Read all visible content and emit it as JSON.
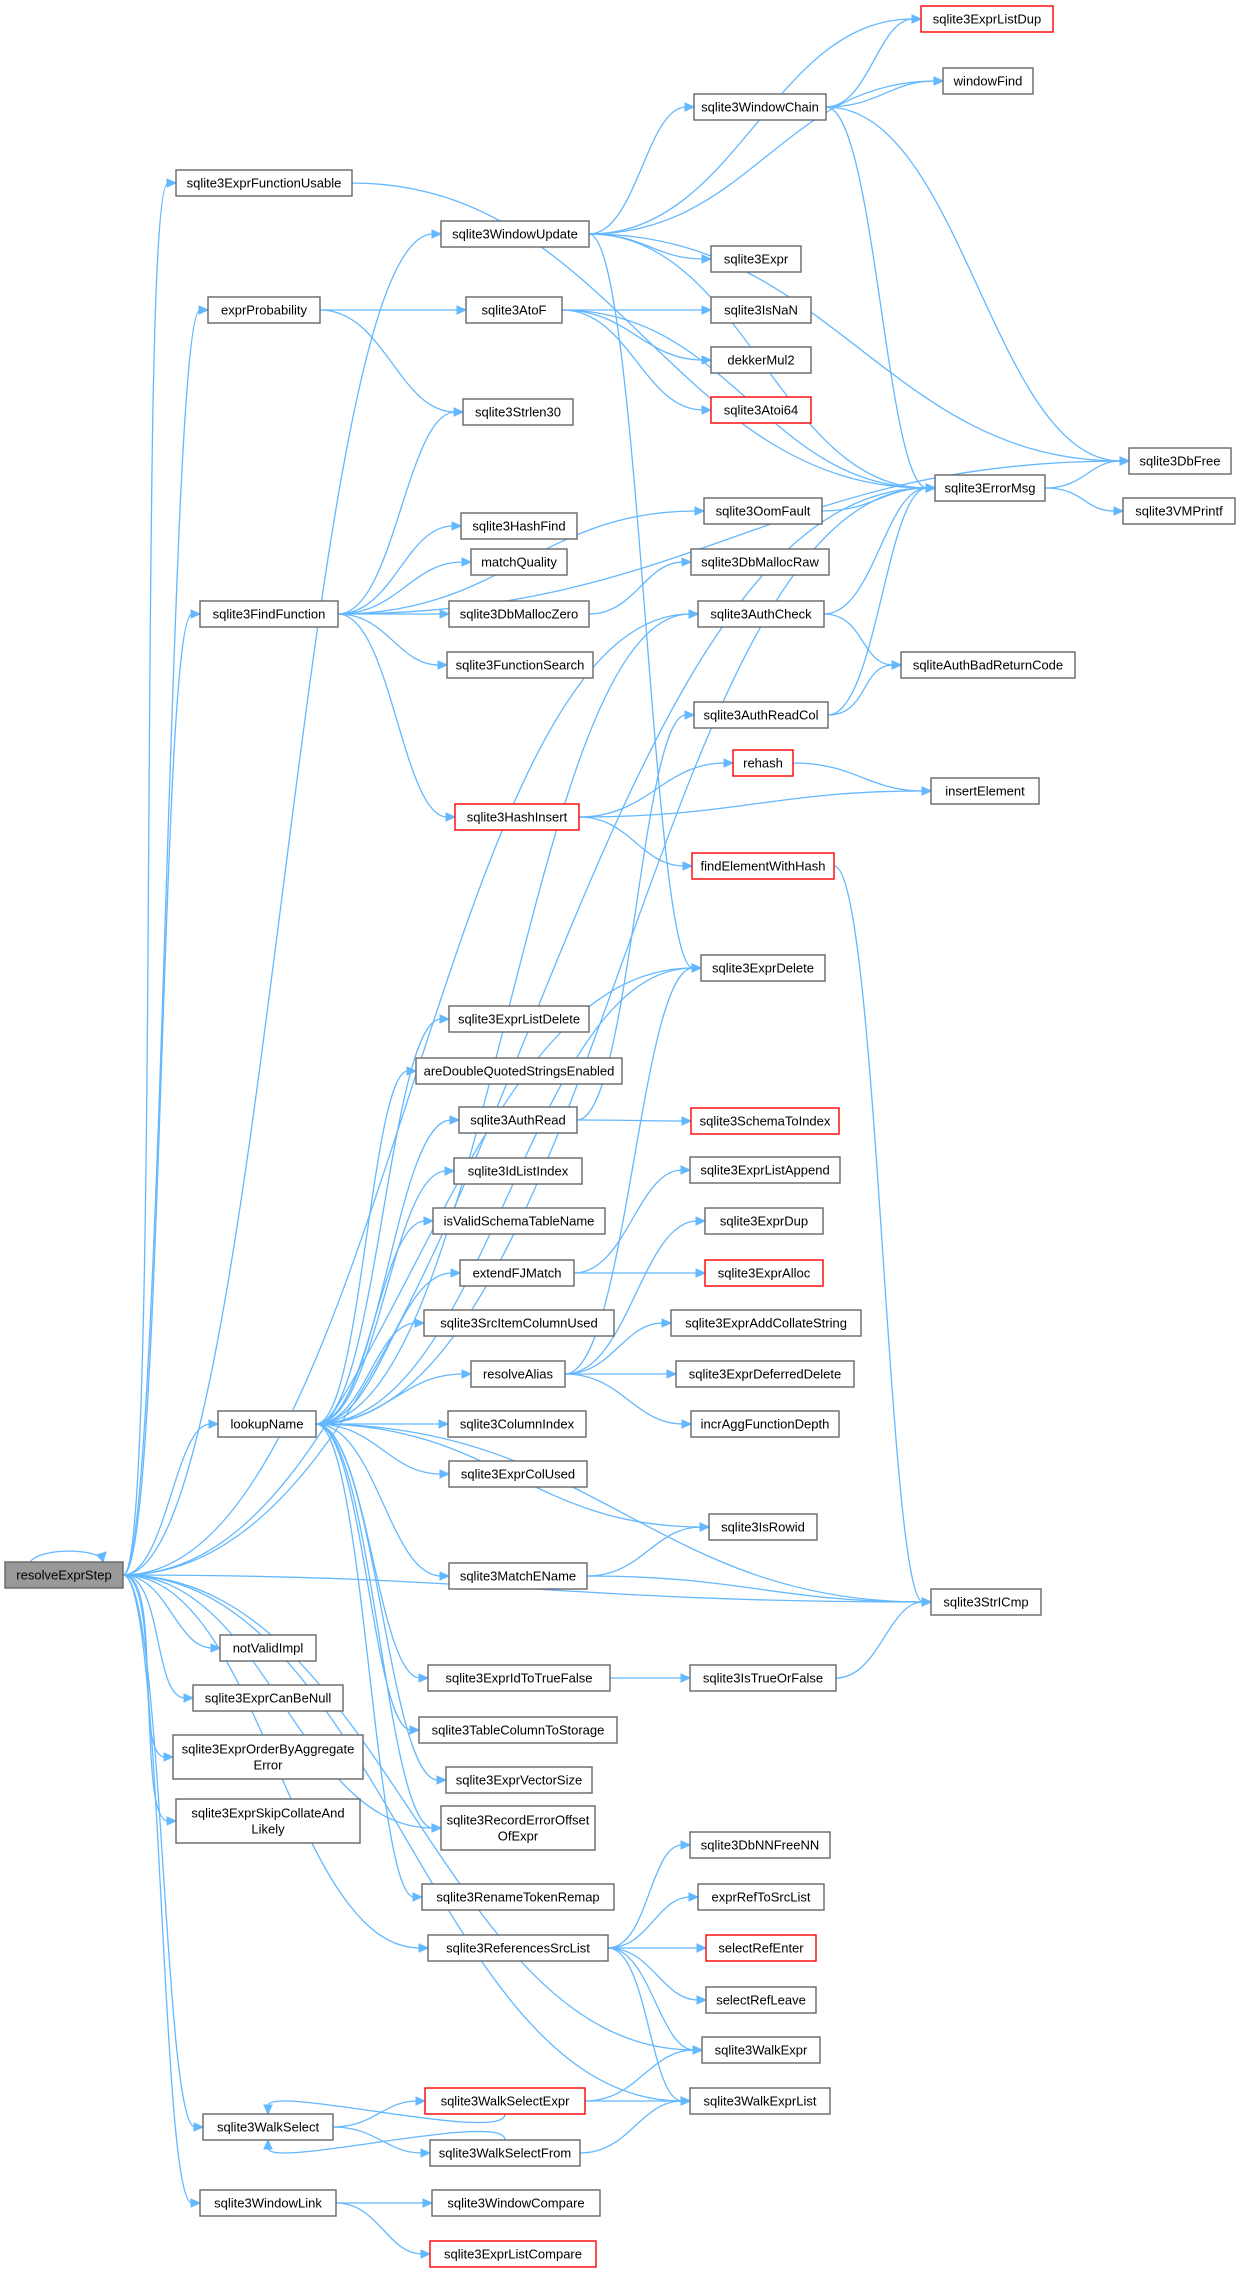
{
  "diagram": {
    "edge_color": "#63b8ff",
    "node_border_color": "#666666",
    "node_alert_border_color": "#ff0000",
    "root_fill_color": "#999999",
    "nodes": [
      {
        "id": "resolveExprStep",
        "lines": [
          "resolveExprStep"
        ],
        "root": true
      },
      {
        "id": "sqlite3ExprListDup",
        "lines": [
          "sqlite3ExprListDup"
        ],
        "red": true
      },
      {
        "id": "windowFind",
        "lines": [
          "windowFind"
        ]
      },
      {
        "id": "sqlite3WindowChain",
        "lines": [
          "sqlite3WindowChain"
        ]
      },
      {
        "id": "sqlite3ExprFunctionUsable",
        "lines": [
          "sqlite3ExprFunctionUsable"
        ]
      },
      {
        "id": "sqlite3WindowUpdate",
        "lines": [
          "sqlite3WindowUpdate"
        ]
      },
      {
        "id": "sqlite3Expr",
        "lines": [
          "sqlite3Expr"
        ]
      },
      {
        "id": "exprProbability",
        "lines": [
          "exprProbability"
        ]
      },
      {
        "id": "sqlite3AtoF",
        "lines": [
          "sqlite3AtoF"
        ]
      },
      {
        "id": "sqlite3IsNaN",
        "lines": [
          "sqlite3IsNaN"
        ]
      },
      {
        "id": "dekkerMul2",
        "lines": [
          "dekkerMul2"
        ]
      },
      {
        "id": "sqlite3Atoi64",
        "lines": [
          "sqlite3Atoi64"
        ],
        "red": true
      },
      {
        "id": "sqlite3Strlen30",
        "lines": [
          "sqlite3Strlen30"
        ]
      },
      {
        "id": "sqlite3DbFree",
        "lines": [
          "sqlite3DbFree"
        ]
      },
      {
        "id": "sqlite3ErrorMsg",
        "lines": [
          "sqlite3ErrorMsg"
        ]
      },
      {
        "id": "sqlite3OomFault",
        "lines": [
          "sqlite3OomFault"
        ]
      },
      {
        "id": "sqlite3VMPrintf",
        "lines": [
          "sqlite3VMPrintf"
        ]
      },
      {
        "id": "sqlite3HashFind",
        "lines": [
          "sqlite3HashFind"
        ]
      },
      {
        "id": "matchQuality",
        "lines": [
          "matchQuality"
        ]
      },
      {
        "id": "sqlite3DbMallocRaw",
        "lines": [
          "sqlite3DbMallocRaw"
        ]
      },
      {
        "id": "sqlite3FindFunction",
        "lines": [
          "sqlite3FindFunction"
        ]
      },
      {
        "id": "sqlite3DbMallocZero",
        "lines": [
          "sqlite3DbMallocZero"
        ]
      },
      {
        "id": "sqlite3AuthCheck",
        "lines": [
          "sqlite3AuthCheck"
        ]
      },
      {
        "id": "sqlite3FunctionSearch",
        "lines": [
          "sqlite3FunctionSearch"
        ]
      },
      {
        "id": "sqliteAuthBadReturnCode",
        "lines": [
          "sqliteAuthBadReturnCode"
        ]
      },
      {
        "id": "sqlite3AuthReadCol",
        "lines": [
          "sqlite3AuthReadCol"
        ]
      },
      {
        "id": "rehash",
        "lines": [
          "rehash"
        ],
        "red": true
      },
      {
        "id": "sqlite3HashInsert",
        "lines": [
          "sqlite3HashInsert"
        ],
        "red": true
      },
      {
        "id": "insertElement",
        "lines": [
          "insertElement"
        ]
      },
      {
        "id": "findElementWithHash",
        "lines": [
          "findElementWithHash"
        ],
        "red": true
      },
      {
        "id": "sqlite3ExprDelete",
        "lines": [
          "sqlite3ExprDelete"
        ]
      },
      {
        "id": "sqlite3ExprListDelete",
        "lines": [
          "sqlite3ExprListDelete"
        ]
      },
      {
        "id": "areDoubleQuotedStringsEnabled",
        "lines": [
          "areDoubleQuotedStringsEnabled"
        ]
      },
      {
        "id": "sqlite3AuthRead",
        "lines": [
          "sqlite3AuthRead"
        ]
      },
      {
        "id": "sqlite3SchemaToIndex",
        "lines": [
          "sqlite3SchemaToIndex"
        ],
        "red": true
      },
      {
        "id": "sqlite3IdListIndex",
        "lines": [
          "sqlite3IdListIndex"
        ]
      },
      {
        "id": "sqlite3ExprListAppend",
        "lines": [
          "sqlite3ExprListAppend"
        ]
      },
      {
        "id": "isValidSchemaTableName",
        "lines": [
          "isValidSchemaTableName"
        ]
      },
      {
        "id": "sqlite3ExprDup",
        "lines": [
          "sqlite3ExprDup"
        ]
      },
      {
        "id": "extendFJMatch",
        "lines": [
          "extendFJMatch"
        ]
      },
      {
        "id": "sqlite3ExprAlloc",
        "lines": [
          "sqlite3ExprAlloc"
        ],
        "red": true
      },
      {
        "id": "sqlite3SrcItemColumnUsed",
        "lines": [
          "sqlite3SrcItemColumnUsed"
        ]
      },
      {
        "id": "sqlite3ExprAddCollateString",
        "lines": [
          "sqlite3ExprAddCollateString"
        ]
      },
      {
        "id": "resolveAlias",
        "lines": [
          "resolveAlias"
        ]
      },
      {
        "id": "sqlite3ExprDeferredDelete",
        "lines": [
          "sqlite3ExprDeferredDelete"
        ]
      },
      {
        "id": "lookupName",
        "lines": [
          "lookupName"
        ]
      },
      {
        "id": "sqlite3ColumnIndex",
        "lines": [
          "sqlite3ColumnIndex"
        ]
      },
      {
        "id": "incrAggFunctionDepth",
        "lines": [
          "incrAggFunctionDepth"
        ]
      },
      {
        "id": "sqlite3ExprColUsed",
        "lines": [
          "sqlite3ExprColUsed"
        ]
      },
      {
        "id": "sqlite3IsRowid",
        "lines": [
          "sqlite3IsRowid"
        ]
      },
      {
        "id": "sqlite3MatchEName",
        "lines": [
          "sqlite3MatchEName"
        ]
      },
      {
        "id": "sqlite3StrICmp",
        "lines": [
          "sqlite3StrICmp"
        ]
      },
      {
        "id": "notValidImpl",
        "lines": [
          "notValidImpl"
        ]
      },
      {
        "id": "sqlite3ExprIdToTrueFalse",
        "lines": [
          "sqlite3ExprIdToTrueFalse"
        ]
      },
      {
        "id": "sqlite3IsTrueOrFalse",
        "lines": [
          "sqlite3IsTrueOrFalse"
        ]
      },
      {
        "id": "sqlite3ExprCanBeNull",
        "lines": [
          "sqlite3ExprCanBeNull"
        ]
      },
      {
        "id": "sqlite3TableColumnToStorage",
        "lines": [
          "sqlite3TableColumnToStorage"
        ]
      },
      {
        "id": "sqlite3ExprOrderByAggregateError",
        "lines": [
          "sqlite3ExprOrderByAggregate",
          "Error"
        ]
      },
      {
        "id": "sqlite3ExprVectorSize",
        "lines": [
          "sqlite3ExprVectorSize"
        ]
      },
      {
        "id": "sqlite3ExprSkipCollateAndLikely",
        "lines": [
          "sqlite3ExprSkipCollateAnd",
          "Likely"
        ]
      },
      {
        "id": "sqlite3RecordErrorOffsetOfExpr",
        "lines": [
          "sqlite3RecordErrorOffset",
          "OfExpr"
        ]
      },
      {
        "id": "sqlite3DbNNFreeNN",
        "lines": [
          "sqlite3DbNNFreeNN"
        ]
      },
      {
        "id": "sqlite3RenameTokenRemap",
        "lines": [
          "sqlite3RenameTokenRemap"
        ]
      },
      {
        "id": "exprRefToSrcList",
        "lines": [
          "exprRefToSrcList"
        ]
      },
      {
        "id": "sqlite3ReferencesSrcList",
        "lines": [
          "sqlite3ReferencesSrcList"
        ]
      },
      {
        "id": "selectRefEnter",
        "lines": [
          "selectRefEnter"
        ],
        "red": true
      },
      {
        "id": "selectRefLeave",
        "lines": [
          "selectRefLeave"
        ]
      },
      {
        "id": "sqlite3WalkExpr",
        "lines": [
          "sqlite3WalkExpr"
        ]
      },
      {
        "id": "sqlite3WalkSelectExpr",
        "lines": [
          "sqlite3WalkSelectExpr"
        ],
        "red": true
      },
      {
        "id": "sqlite3WalkExprList",
        "lines": [
          "sqlite3WalkExprList"
        ]
      },
      {
        "id": "sqlite3WalkSelect",
        "lines": [
          "sqlite3WalkSelect"
        ]
      },
      {
        "id": "sqlite3WalkSelectFrom",
        "lines": [
          "sqlite3WalkSelectFrom"
        ]
      },
      {
        "id": "sqlite3WindowLink",
        "lines": [
          "sqlite3WindowLink"
        ]
      },
      {
        "id": "sqlite3WindowCompare",
        "lines": [
          "sqlite3WindowCompare"
        ]
      },
      {
        "id": "sqlite3ExprListCompare",
        "lines": [
          "sqlite3ExprListCompare"
        ],
        "red": true
      }
    ],
    "edges": [
      [
        "resolveExprStep",
        "resolveExprStep"
      ],
      [
        "resolveExprStep",
        "sqlite3ExprFunctionUsable"
      ],
      [
        "resolveExprStep",
        "sqlite3WindowUpdate"
      ],
      [
        "resolveExprStep",
        "exprProbability"
      ],
      [
        "resolveExprStep",
        "sqlite3ErrorMsg"
      ],
      [
        "resolveExprStep",
        "sqlite3FindFunction"
      ],
      [
        "resolveExprStep",
        "sqlite3AuthCheck"
      ],
      [
        "resolveExprStep",
        "sqlite3ExprDelete"
      ],
      [
        "resolveExprStep",
        "lookupName"
      ],
      [
        "resolveExprStep",
        "sqlite3StrICmp"
      ],
      [
        "resolveExprStep",
        "notValidImpl"
      ],
      [
        "resolveExprStep",
        "sqlite3ExprCanBeNull"
      ],
      [
        "resolveExprStep",
        "sqlite3ExprOrderByAggregateError"
      ],
      [
        "resolveExprStep",
        "sqlite3ExprSkipCollateAndLikely"
      ],
      [
        "resolveExprStep",
        "sqlite3RecordErrorOffsetOfExpr"
      ],
      [
        "resolveExprStep",
        "sqlite3ReferencesSrcList"
      ],
      [
        "resolveExprStep",
        "sqlite3WalkExpr"
      ],
      [
        "resolveExprStep",
        "sqlite3WalkExprList"
      ],
      [
        "resolveExprStep",
        "sqlite3WalkSelect"
      ],
      [
        "resolveExprStep",
        "sqlite3WindowLink"
      ],
      [
        "sqlite3ExprFunctionUsable",
        "sqlite3ErrorMsg"
      ],
      [
        "sqlite3WindowUpdate",
        "sqlite3ExprListDup"
      ],
      [
        "sqlite3WindowUpdate",
        "windowFind"
      ],
      [
        "sqlite3WindowUpdate",
        "sqlite3WindowChain"
      ],
      [
        "sqlite3WindowUpdate",
        "sqlite3Expr"
      ],
      [
        "sqlite3WindowUpdate",
        "sqlite3ErrorMsg"
      ],
      [
        "sqlite3WindowUpdate",
        "sqlite3DbFree"
      ],
      [
        "sqlite3WindowUpdate",
        "sqlite3ExprDelete"
      ],
      [
        "sqlite3WindowChain",
        "sqlite3ExprListDup"
      ],
      [
        "sqlite3WindowChain",
        "windowFind"
      ],
      [
        "sqlite3WindowChain",
        "sqlite3ErrorMsg"
      ],
      [
        "sqlite3WindowChain",
        "sqlite3DbFree"
      ],
      [
        "exprProbability",
        "sqlite3AtoF"
      ],
      [
        "exprProbability",
        "sqlite3Strlen30"
      ],
      [
        "sqlite3AtoF",
        "sqlite3IsNaN"
      ],
      [
        "sqlite3AtoF",
        "dekkerMul2"
      ],
      [
        "sqlite3AtoF",
        "sqlite3Atoi64"
      ],
      [
        "sqlite3AtoF",
        "sqlite3ErrorMsg"
      ],
      [
        "sqlite3ErrorMsg",
        "sqlite3DbFree"
      ],
      [
        "sqlite3ErrorMsg",
        "sqlite3VMPrintf"
      ],
      [
        "sqlite3OomFault",
        "sqlite3ErrorMsg"
      ],
      [
        "sqlite3FindFunction",
        "sqlite3Strlen30"
      ],
      [
        "sqlite3FindFunction",
        "sqlite3OomFault"
      ],
      [
        "sqlite3FindFunction",
        "sqlite3HashFind"
      ],
      [
        "sqlite3FindFunction",
        "matchQuality"
      ],
      [
        "sqlite3FindFunction",
        "sqlite3DbMallocZero"
      ],
      [
        "sqlite3FindFunction",
        "sqlite3FunctionSearch"
      ],
      [
        "sqlite3FindFunction",
        "sqlite3HashInsert"
      ],
      [
        "sqlite3FindFunction",
        "sqlite3DbFree"
      ],
      [
        "sqlite3DbMallocZero",
        "sqlite3DbMallocRaw"
      ],
      [
        "sqlite3AuthCheck",
        "sqlite3ErrorMsg"
      ],
      [
        "sqlite3AuthCheck",
        "sqliteAuthBadReturnCode"
      ],
      [
        "sqlite3AuthReadCol",
        "sqlite3ErrorMsg"
      ],
      [
        "sqlite3AuthReadCol",
        "sqliteAuthBadReturnCode"
      ],
      [
        "sqlite3HashInsert",
        "rehash"
      ],
      [
        "sqlite3HashInsert",
        "insertElement"
      ],
      [
        "sqlite3HashInsert",
        "findElementWithHash"
      ],
      [
        "rehash",
        "insertElement"
      ],
      [
        "findElementWithHash",
        "sqlite3StrICmp"
      ],
      [
        "lookupName",
        "sqlite3ExprDelete"
      ],
      [
        "lookupName",
        "sqlite3ExprListDelete"
      ],
      [
        "lookupName",
        "areDoubleQuotedStringsEnabled"
      ],
      [
        "lookupName",
        "sqlite3AuthRead"
      ],
      [
        "lookupName",
        "sqlite3IdListIndex"
      ],
      [
        "lookupName",
        "isValidSchemaTableName"
      ],
      [
        "lookupName",
        "extendFJMatch"
      ],
      [
        "lookupName",
        "sqlite3SrcItemColumnUsed"
      ],
      [
        "lookupName",
        "resolveAlias"
      ],
      [
        "lookupName",
        "sqlite3ColumnIndex"
      ],
      [
        "lookupName",
        "sqlite3ExprColUsed"
      ],
      [
        "lookupName",
        "sqlite3IsRowid"
      ],
      [
        "lookupName",
        "sqlite3MatchEName"
      ],
      [
        "lookupName",
        "sqlite3StrICmp"
      ],
      [
        "lookupName",
        "sqlite3ExprIdToTrueFalse"
      ],
      [
        "lookupName",
        "sqlite3TableColumnToStorage"
      ],
      [
        "lookupName",
        "sqlite3ExprVectorSize"
      ],
      [
        "lookupName",
        "sqlite3RecordErrorOffsetOfExpr"
      ],
      [
        "lookupName",
        "sqlite3RenameTokenRemap"
      ],
      [
        "lookupName",
        "sqlite3ErrorMsg"
      ],
      [
        "lookupName",
        "sqlite3AuthCheck"
      ],
      [
        "sqlite3AuthRead",
        "sqlite3AuthReadCol"
      ],
      [
        "sqlite3AuthRead",
        "sqlite3SchemaToIndex"
      ],
      [
        "extendFJMatch",
        "sqlite3ExprListAppend"
      ],
      [
        "extendFJMatch",
        "sqlite3ExprAlloc"
      ],
      [
        "resolveAlias",
        "sqlite3ExprDup"
      ],
      [
        "resolveAlias",
        "sqlite3ExprAddCollateString"
      ],
      [
        "resolveAlias",
        "sqlite3ExprDeferredDelete"
      ],
      [
        "resolveAlias",
        "incrAggFunctionDepth"
      ],
      [
        "resolveAlias",
        "sqlite3ExprDelete"
      ],
      [
        "sqlite3MatchEName",
        "sqlite3IsRowid"
      ],
      [
        "sqlite3MatchEName",
        "sqlite3StrICmp"
      ],
      [
        "sqlite3ExprIdToTrueFalse",
        "sqlite3IsTrueOrFalse"
      ],
      [
        "sqlite3IsTrueOrFalse",
        "sqlite3StrICmp"
      ],
      [
        "sqlite3ReferencesSrcList",
        "sqlite3DbNNFreeNN"
      ],
      [
        "sqlite3ReferencesSrcList",
        "exprRefToSrcList"
      ],
      [
        "sqlite3ReferencesSrcList",
        "selectRefEnter"
      ],
      [
        "sqlite3ReferencesSrcList",
        "selectRefLeave"
      ],
      [
        "sqlite3ReferencesSrcList",
        "sqlite3WalkExpr"
      ],
      [
        "sqlite3ReferencesSrcList",
        "sqlite3WalkExprList"
      ],
      [
        "sqlite3WalkSelect",
        "sqlite3WalkSelectExpr"
      ],
      [
        "sqlite3WalkSelect",
        "sqlite3WalkSelectFrom"
      ],
      [
        "sqlite3WalkSelectExpr",
        "sqlite3WalkExpr"
      ],
      [
        "sqlite3WalkSelectExpr",
        "sqlite3WalkExprList"
      ],
      [
        "sqlite3WalkSelectExpr",
        "sqlite3WalkSelect"
      ],
      [
        "sqlite3WalkSelectFrom",
        "sqlite3WalkSelect"
      ],
      [
        "sqlite3WalkSelectFrom",
        "sqlite3WalkExprList"
      ],
      [
        "sqlite3WindowLink",
        "sqlite3WindowCompare"
      ],
      [
        "sqlite3WindowLink",
        "sqlite3ExprListCompare"
      ]
    ]
  }
}
